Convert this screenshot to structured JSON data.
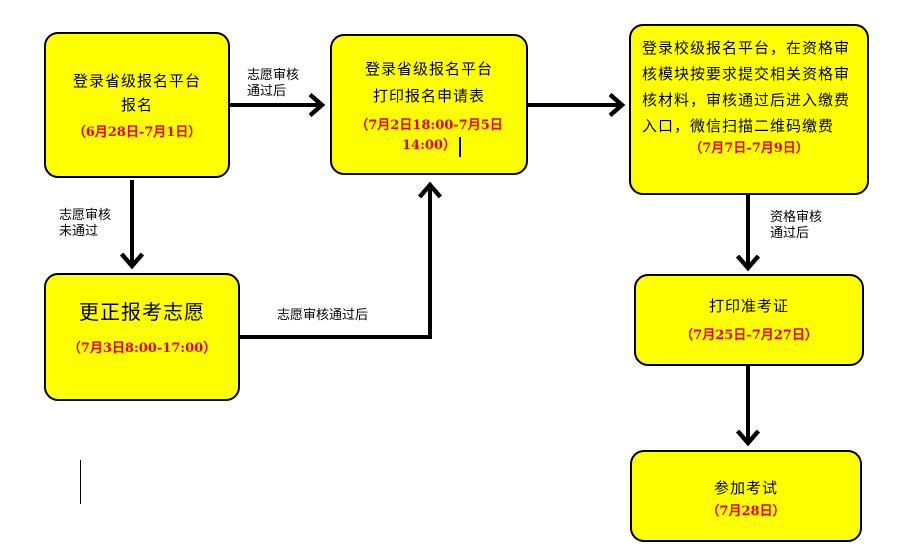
{
  "boxes": {
    "province_register": {
      "title": "登录省级报名平台\n报名",
      "date": "（6月28日-7月1日）"
    },
    "print_application": {
      "title": "登录省级报名平台\n打印报名申请表",
      "date": "（7月2日18:00-7月5日\n14:00）"
    },
    "school_platform": {
      "title": "登录校级报名平台，在资格审核模块按要求提交相关资格审核材料，审核通过后进入缴费入口，微信扫描二维码缴费",
      "date": "（7月7日-7月9日）"
    },
    "correct_choice": {
      "title": "更正报考志愿",
      "date": "（7月3日8:00-17:00）"
    },
    "print_admission": {
      "title": "打印准考证",
      "date": "（7月25日-7月27日）"
    },
    "take_exam": {
      "title": "参加考试",
      "date": "（7月28日）"
    }
  },
  "edges": {
    "register_to_print": "志愿审核\n通过后",
    "register_to_correct": "志愿审核\n未通过",
    "correct_to_print": "志愿审核通过后",
    "school_to_admission": "资格审核\n通过后"
  },
  "colors": {
    "box_fill": "#ffff00",
    "date_text": "#e00000",
    "border": "#000000"
  }
}
